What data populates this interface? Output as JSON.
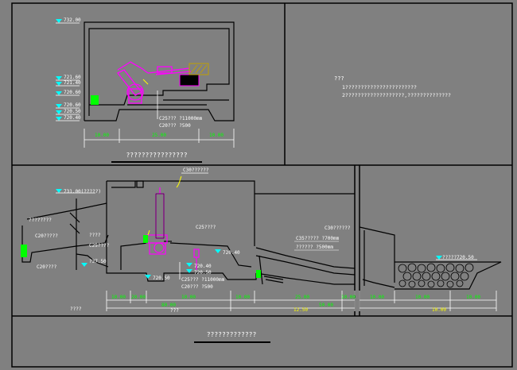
{
  "colors": {
    "background": "#808080",
    "line": "#000000",
    "text": "#ffffff",
    "dimension": "#00ff00",
    "elevation": "#00ffff",
    "equipment": "#ff00ff",
    "callout": "#ffff00",
    "hatch": "#c0a000"
  },
  "top_left": {
    "elev_top": "732.00",
    "elev_left": [
      "721.60",
      "721.40",
      "720.60",
      "720.60",
      "720.50",
      "720.40"
    ],
    "note_1": "C25??? ?11000mm",
    "note_2": "C20??? ?500",
    "dims": [
      "10.00",
      "25.00",
      "10.00"
    ],
    "title": "????????????????"
  },
  "top_right": {
    "heading": "???",
    "line_1": "1???????????????????????",
    "line_2": "2???????????????????,??????????????"
  },
  "bottom_left": {
    "callout": "C30??????",
    "elev_top": "731.00(?????)",
    "label_left": "????????",
    "label_c20": "C20?????",
    "label_c25": "C25????",
    "label_c20_2": "C20????",
    "elev_mid": "?37.50",
    "label_stair": "????",
    "room_label": "C25????",
    "elev_right": "720.40",
    "elev_a": "720.40",
    "elev_b": "720.50",
    "elev_bottom": "720.50",
    "note_1": "C25??? ?11000mm",
    "note_2": "C20??? ?500",
    "tunnel_label": "C30??????",
    "tunnel_note_1": "C35????? ?700mm",
    "tunnel_note_2": "?????? ?500mm",
    "dims_row1": [
      "10.00",
      "20.00",
      "10.00",
      "10.00",
      "25.00",
      "10.00"
    ],
    "dims_row2": [
      "80.00",
      "50.00",
      "12.50"
    ],
    "footer_left": "????",
    "footer_mid": "???"
  },
  "bottom_right": {
    "elev": "?????720.50",
    "dims_row1": [
      "10.00",
      "10.00",
      "10.00"
    ],
    "dims_row2": [
      "10.00"
    ]
  },
  "bottom": {
    "title": "?????????????"
  }
}
